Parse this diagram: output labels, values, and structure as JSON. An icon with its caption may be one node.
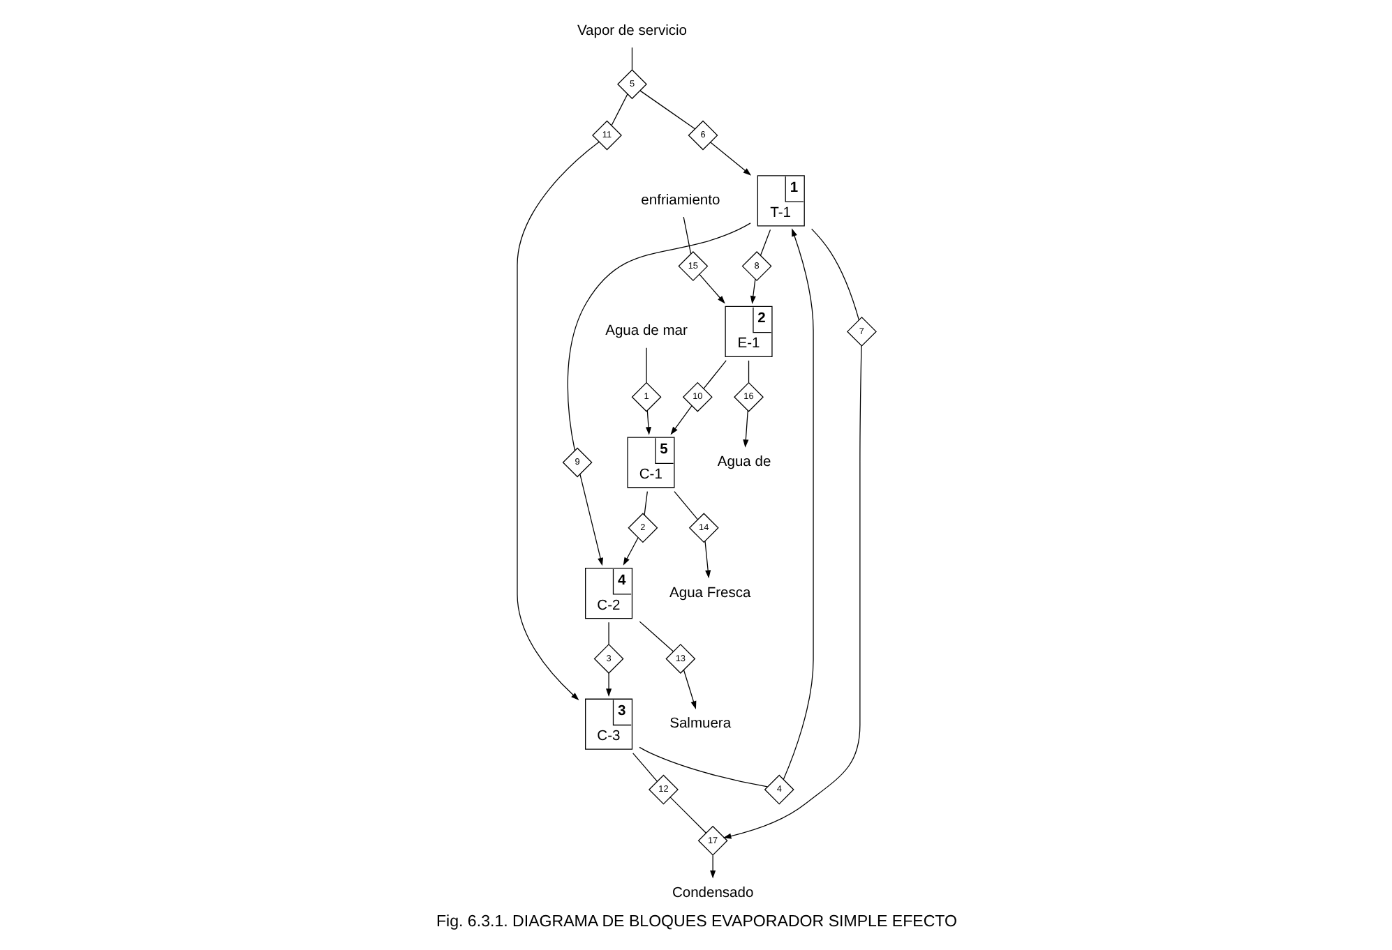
{
  "diagram": {
    "caption": "Fig. 6.3.1. DIAGRAMA DE BLOQUES EVAPORADOR SIMPLE EFECTO",
    "nodes": [
      {
        "text": [
          "Vapor de servicio"
        ]
      },
      {
        "text": [
          "5"
        ]
      },
      {
        "text": [
          "6"
        ]
      },
      {
        "text": [
          "1",
          "T-1"
        ]
      },
      {
        "text": [
          "8"
        ]
      },
      {
        "text": [
          "2",
          "E-1"
        ]
      },
      {
        "text": [
          "16"
        ]
      },
      {
        "text": [
          "Agua de"
        ]
      },
      {
        "text": [
          "enfriamiento"
        ]
      },
      {
        "text": [
          "15"
        ]
      },
      {
        "text": [
          "10"
        ]
      },
      {
        "text": [
          "5",
          "C-1"
        ]
      },
      {
        "text": [
          "1"
        ]
      },
      {
        "text": [
          "Agua de mar"
        ]
      },
      {
        "text": [
          "14"
        ]
      },
      {
        "text": [
          "Agua Fresca"
        ]
      },
      {
        "text": [
          "2"
        ]
      },
      {
        "text": [
          "4",
          "C-2"
        ]
      },
      {
        "text": [
          "9"
        ]
      },
      {
        "text": [
          "13"
        ]
      },
      {
        "text": [
          "Salmuera"
        ]
      },
      {
        "text": [
          "3"
        ]
      },
      {
        "text": [
          "3",
          "C-3"
        ]
      },
      {
        "text": [
          "4"
        ]
      },
      {
        "text": [
          "11"
        ]
      },
      {
        "text": [
          "7"
        ]
      },
      {
        "text": [
          "12"
        ]
      },
      {
        "text": [
          "17"
        ]
      },
      {
        "text": [
          "Condensado"
        ]
      }
    ],
    "edges": [
      {
        "from": 0,
        "to": 1,
        "arrow": "none"
      },
      {
        "from": 1,
        "to": 2,
        "arrow": "none"
      },
      {
        "from": 1,
        "to": 24,
        "arrow": "none"
      },
      {
        "from": 2,
        "to": 3,
        "arrow": "to"
      },
      {
        "from": 3,
        "to": 4,
        "arrow": "none"
      },
      {
        "from": 4,
        "to": 5,
        "arrow": "to"
      },
      {
        "from": 5,
        "to": 6,
        "arrow": "none"
      },
      {
        "from": 6,
        "to": 7,
        "arrow": "to"
      },
      {
        "from": 8,
        "to": 9,
        "arrow": "none"
      },
      {
        "from": 9,
        "to": 5,
        "arrow": "to"
      },
      {
        "from": 5,
        "to": 10,
        "arrow": "none"
      },
      {
        "from": 10,
        "to": 11,
        "arrow": "to"
      },
      {
        "from": 13,
        "to": 12,
        "arrow": "none"
      },
      {
        "from": 12,
        "to": 11,
        "arrow": "to"
      },
      {
        "from": 11,
        "to": 16,
        "arrow": "none"
      },
      {
        "from": 16,
        "to": 17,
        "arrow": "to"
      },
      {
        "from": 11,
        "to": 14,
        "arrow": "none"
      },
      {
        "from": 14,
        "to": 15,
        "arrow": "to"
      },
      {
        "from": 3,
        "to": 18,
        "arrow": "none"
      },
      {
        "from": 18,
        "to": 17,
        "arrow": "to"
      },
      {
        "from": 17,
        "to": 19,
        "arrow": "none"
      },
      {
        "from": 19,
        "to": 20,
        "arrow": "to"
      },
      {
        "from": 17,
        "to": 21,
        "arrow": "none"
      },
      {
        "from": 21,
        "to": 22,
        "arrow": "to"
      },
      {
        "from": 22,
        "to": 23,
        "arrow": "none"
      },
      {
        "from": 23,
        "to": 3,
        "arrow": "to"
      },
      {
        "from": 24,
        "to": 22,
        "arrow": "to"
      },
      {
        "from": 3,
        "to": 25,
        "arrow": "none"
      },
      {
        "from": 25,
        "to": 27,
        "arrow": "to"
      },
      {
        "from": 22,
        "to": 26,
        "arrow": "none"
      },
      {
        "from": 26,
        "to": 27,
        "arrow": "none"
      },
      {
        "from": 27,
        "to": 28,
        "arrow": "to"
      }
    ]
  }
}
